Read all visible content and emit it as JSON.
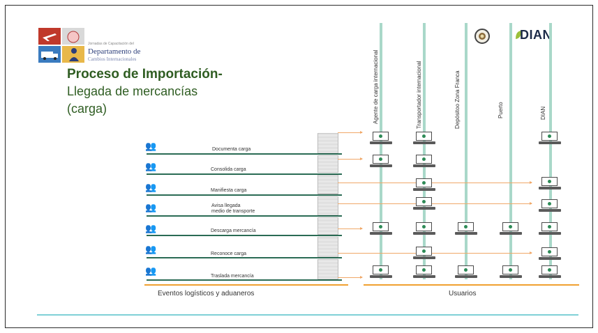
{
  "org": {
    "small_text": "Jornadas de Capacitación del",
    "department": "Departamento de",
    "department_sub": "Cambios Internacionales"
  },
  "title": {
    "line1": "Proceso  de Importación-",
    "line2": "Llegada de mercancías",
    "line3": "(carga)"
  },
  "brand": {
    "name": "DIAN"
  },
  "users": [
    {
      "label": "Agente de carga internacional"
    },
    {
      "label": "Transportador internacional"
    },
    {
      "label": "Depósitoo Zona Franca"
    },
    {
      "label": "Puerto"
    },
    {
      "label": "DIAN"
    }
  ],
  "events": [
    {
      "label": "Documenta carga"
    },
    {
      "label": "Consolida carga"
    },
    {
      "label": "Manifiesta carga"
    },
    {
      "label": "Avisa llegada\nmedio de transporte"
    },
    {
      "label": "Descarga mercancía"
    },
    {
      "label": "Reconoce carga"
    },
    {
      "label": "Traslada mercancía"
    }
  ],
  "axis": {
    "left_label": "Eventos logísticos y aduaneros",
    "right_label": "Usuarios"
  },
  "colors": {
    "title_green": "#2f5d22",
    "lane_teal": "#a9d8c9",
    "arrow_orange": "#f0a868",
    "axis_orange": "#f0a030",
    "footer_cyan": "#7fd0d6",
    "dept_blue": "#2c3e7a"
  },
  "icons": {
    "logo": "department-logo-tiles",
    "seal": "coat-of-arms-seal-icon",
    "brand_mark": "dian-leaf-icon",
    "actor": "people-icon",
    "user": "laptop-icon"
  }
}
